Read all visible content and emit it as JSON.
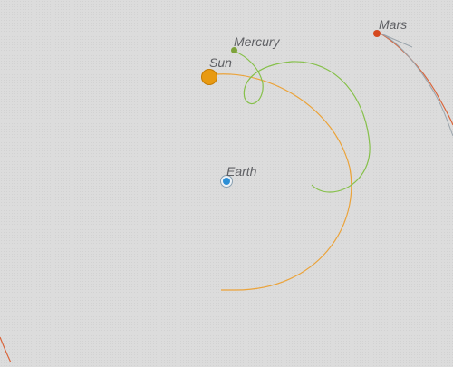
{
  "bodies": {
    "sun": {
      "label": "Sun",
      "color": "#e89a12"
    },
    "earth": {
      "label": "Earth",
      "color": "#2c8fd6"
    },
    "mercury": {
      "label": "Mercury",
      "color": "#7ea33a"
    },
    "mars": {
      "label": "Mars",
      "color": "#d5491f"
    }
  },
  "colors": {
    "background": "#dcdcdc",
    "label_text": "#5f6064",
    "sun_path": "#eba33a",
    "mercury_path": "#86c04a",
    "mars_path": "#d9643a",
    "pointer": "#9aa4ac"
  }
}
